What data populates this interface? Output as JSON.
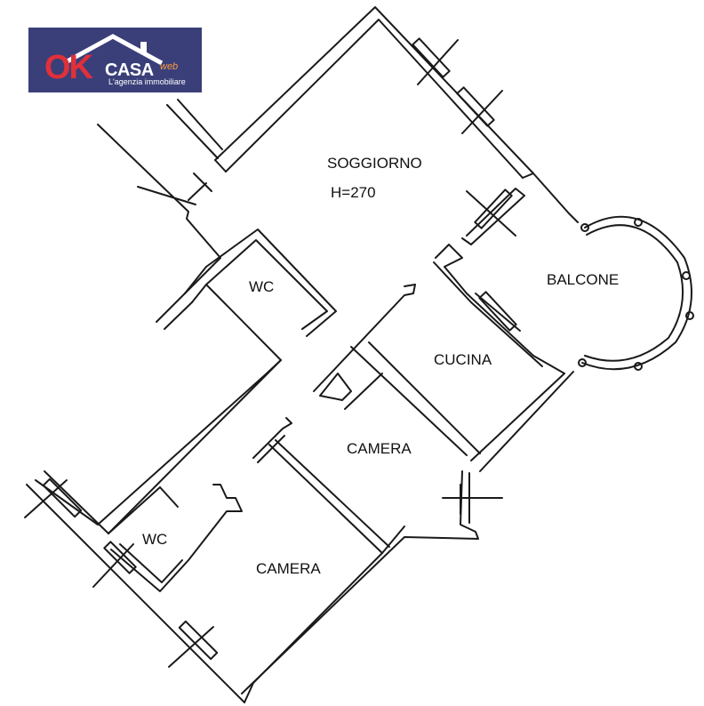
{
  "logo": {
    "brand_ok": "OK",
    "brand_casa": "CASA",
    "brand_web": "web",
    "tagline": "L'agenzia immobiliare",
    "colors": {
      "background": "#3a3f7a",
      "ok": "#e0303a",
      "roof": "#ffffff",
      "web": "#ff9a40"
    }
  },
  "rooms": {
    "soggiorno": "SOGGIORNO",
    "height": "H=270",
    "wc_top": "WC",
    "balcone": "BALCONE",
    "cucina": "CUCINA",
    "camera_middle": "CAMERA",
    "wc_bottom": "WC",
    "camera_bottom": "CAMERA"
  },
  "colors": {
    "wall": "#1a1a1a",
    "background": "#ffffff"
  }
}
